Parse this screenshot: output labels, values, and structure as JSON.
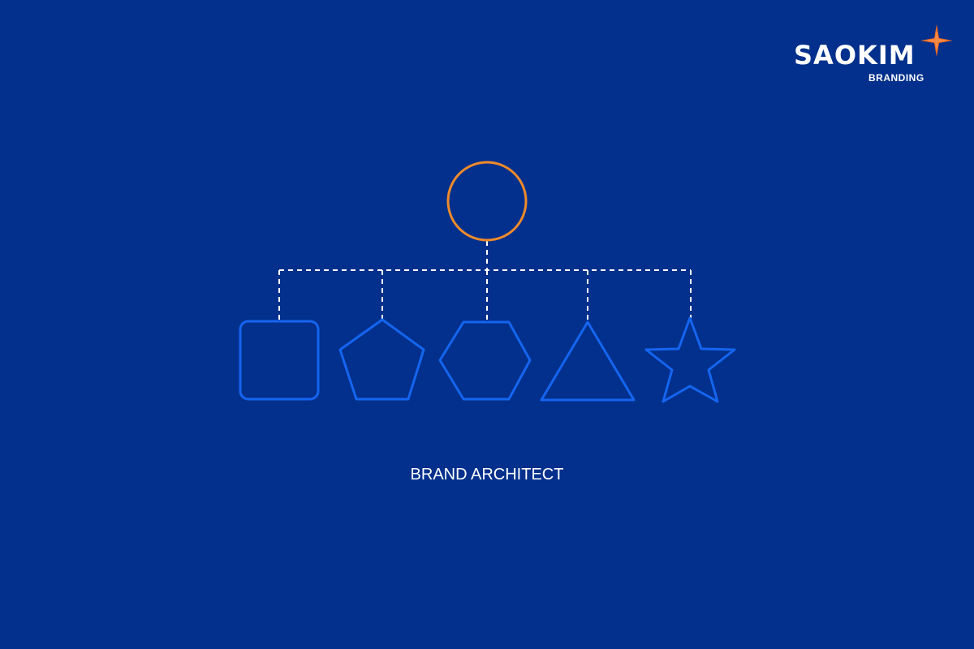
{
  "logo": {
    "name": "SAOKIM",
    "tagline": "BRANDING",
    "star_color": "#f26b21"
  },
  "diagram": {
    "root": {
      "shape": "circle",
      "color": "#ef8a2b"
    },
    "children": [
      {
        "shape": "rounded-square"
      },
      {
        "shape": "pentagon"
      },
      {
        "shape": "hexagon"
      },
      {
        "shape": "triangle"
      },
      {
        "shape": "star"
      }
    ],
    "child_color": "#1565f0",
    "connector_color": "#ffffff",
    "connector_style": "dashed"
  },
  "caption": "BRAND ARCHITECT",
  "background_color": "#02308c"
}
